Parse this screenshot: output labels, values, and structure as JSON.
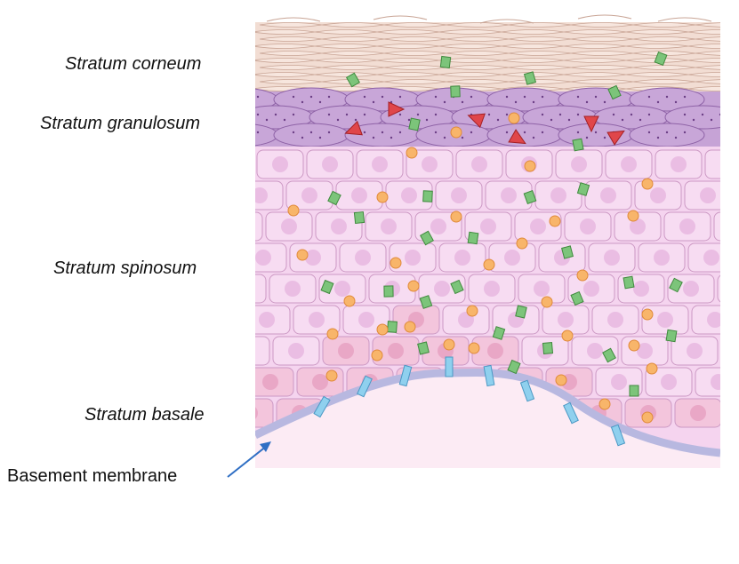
{
  "labels": {
    "corneum": "Stratum corneum",
    "granulosum": "Stratum granulosum",
    "spinosum": "Stratum spinosum",
    "basale": "Stratum basale",
    "membrane": "Basement membrane"
  },
  "colors": {
    "corneum": "#f2ddd3",
    "granulosum": "#c6a3d6",
    "spinosum": "#f5d4ef",
    "basale": "#f3c5dc",
    "membrane": "#b8b8e0",
    "dermis": "#fcebf4",
    "arrow": "#2f6fc4",
    "green_marker": "#7cc47a",
    "orange_marker": "#f8b56a",
    "red_marker": "#e0464a",
    "blue_marker": "#8fd0ee"
  }
}
